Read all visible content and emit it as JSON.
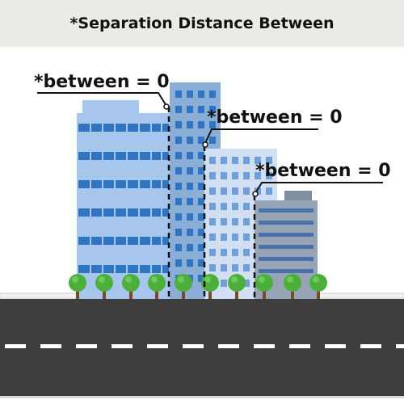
{
  "header": {
    "title": "*Separation Distance Between"
  },
  "annotations": [
    {
      "text": "*between = 0"
    },
    {
      "text": "*between = 0"
    },
    {
      "text": "*between = 0"
    }
  ],
  "colors": {
    "sky": "#ffffff",
    "header_bg": "#eceae7",
    "building_light": "#a6c6ec",
    "building_mid": "#8aaed6",
    "building_pale": "#d2def2",
    "building_gray": "#96a4b6",
    "window": "#2f75c2",
    "road": "#3e3e3e",
    "lane_mark": "#ffffff",
    "tree_leaf": "#4caf3c",
    "tree_trunk": "#7a4a25"
  }
}
